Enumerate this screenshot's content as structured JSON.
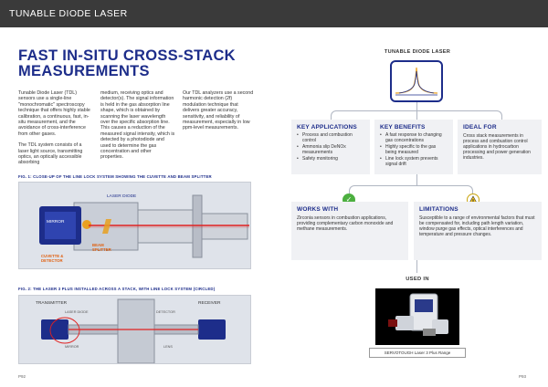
{
  "header": {
    "title": "TUNABLE DIODE LASER"
  },
  "page_title": "FAST IN-SITU CROSS-STACK MEASUREMENTS",
  "intro": {
    "col1": [
      "Tunable Diode Laser (TDL) sensors use a single-line \"monochromatic\" spectroscopy technique that offers highly stable calibration, a continuous, fast, in-situ measurement, and the avoidance of cross-interference from other gases.",
      "The TDL system consists of a laser light source, transmitting optics, an optically accessible absorbing"
    ],
    "col2": [
      "medium, receiving optics and detector(s). The signal information is held in the gas absorption line shape, which is obtained by scanning the laser wavelength over the specific absorption line. This causes a reduction of the measured signal intensity, which is detected by a photodiode and used to determine the gas concentration and other properties."
    ],
    "col3": [
      "Our TDL analyzers use a second harmonic detection (2f) modulation technique that delivers greater accuracy, sensitivity, and reliability of measurement, especially in low ppm-level measurements."
    ]
  },
  "figure1": {
    "caption": "FIG. 1: CLOSE-UP OF THE LINE LOCK SYSTEM SHOWING THE CUVETTE AND BEAM SPLITTER",
    "labels": {
      "laser_diode": "LASER DIODE",
      "mirror": "MIRROR",
      "beam_splitter": "BEAM SPLITTER",
      "cuvette_detector": "CUVETTE & DETECTOR"
    }
  },
  "figure2": {
    "caption": "FIG. 2: THE LASER 3 PLUS INSTALLED ACROSS A STACK, WITH LINE LOCK SYSTEM (CIRCLED)",
    "labels": {
      "transmitter": "TRANSMITTER",
      "receiver": "RECEIVER",
      "laser_diode": "LASER DIODE",
      "mirror": "MIRROR",
      "detector": "DETECTOR",
      "lens": "LENS"
    }
  },
  "page_numbers": {
    "left": "P92",
    "right": "P93"
  },
  "diagram": {
    "title": "TUNABLE DIODE LASER",
    "key_applications": {
      "title": "KEY APPLICATIONS",
      "items": [
        "Process and combustion control",
        "Ammonia slip DeNOx measurements",
        "Safety monitoring"
      ]
    },
    "key_benefits": {
      "title": "KEY BENEFITS",
      "items": [
        "A fast response to changing gas concentrations",
        "Highly specific to the gas being measured",
        "Line lock system prevents signal drift"
      ]
    },
    "ideal_for": {
      "title": "IDEAL FOR",
      "text": "Cross stack measurements in process and combustion control applications in hydrocarbon processing and power generation industries."
    },
    "works_with": {
      "title": "WORKS WITH",
      "text": "Zirconia sensors in combustion applications, providing complementary carbon monoxide and methane measurements."
    },
    "limitations": {
      "title": "LIMITATIONS",
      "text": "Susceptible to a range of environmental factors that must be compensated for, including path length variation, window purge gas effects, optical interferences and temperature and pressure changes."
    },
    "used_in": "USED IN",
    "product_caption": "SERVOTOUGH Laser 3 Plus Range"
  },
  "colors": {
    "brand_blue": "#1d2d8a",
    "header_dark": "#3a3a3a",
    "check_green": "#4caf3f",
    "warn_yellow": "#f3c31c",
    "laser_red": "#e02020"
  },
  "icons": {
    "works_with": "check-icon",
    "limitations": "warning-icon"
  }
}
